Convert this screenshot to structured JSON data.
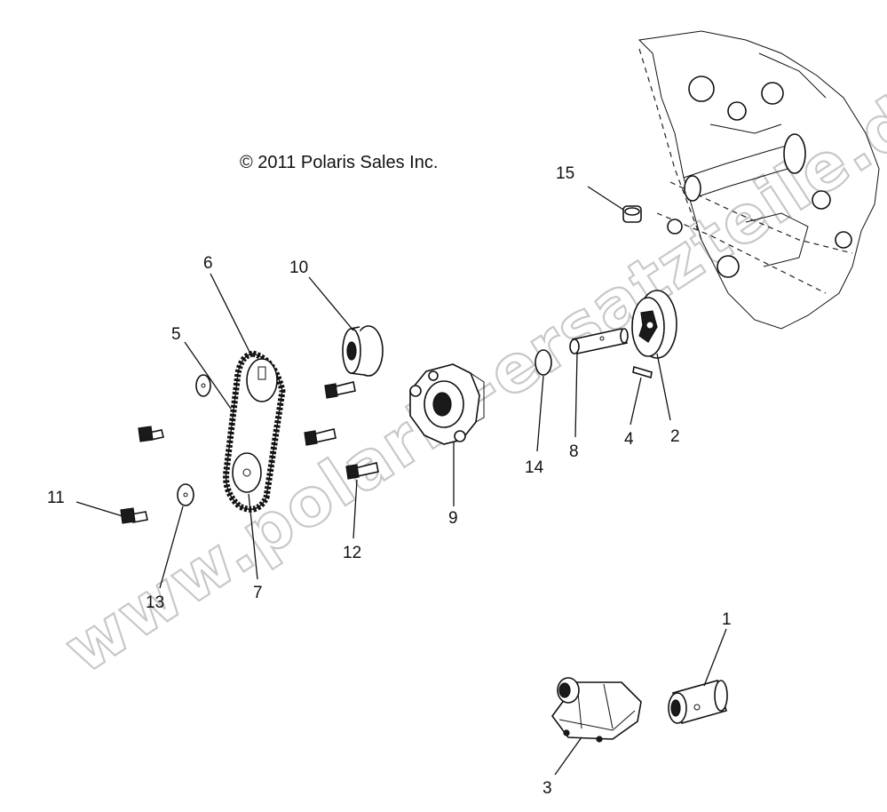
{
  "copyright": "© 2011 Polaris Sales Inc.",
  "watermark": "www.polaris-ersatzteile.de",
  "callouts": [
    "1",
    "2",
    "3",
    "4",
    "5",
    "6",
    "7",
    "8",
    "9",
    "10",
    "11",
    "12",
    "13",
    "14",
    "15"
  ]
}
